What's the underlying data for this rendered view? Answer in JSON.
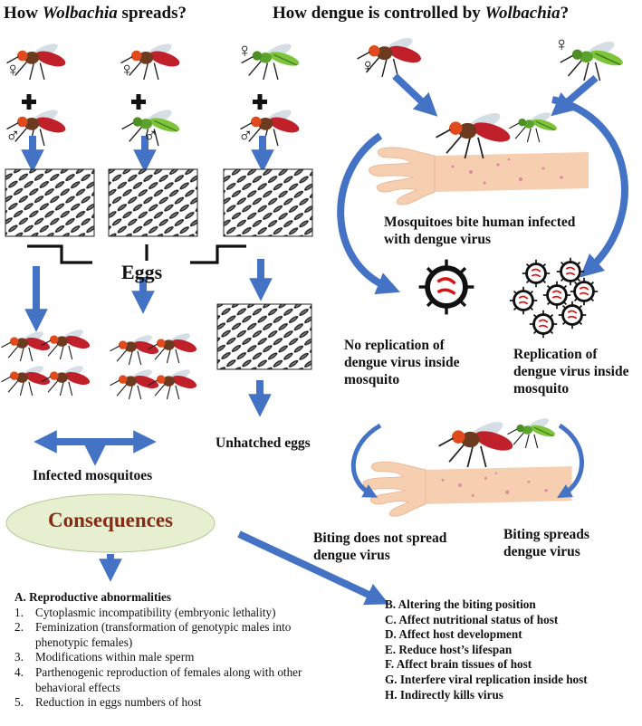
{
  "titles": {
    "left_prefix": "How ",
    "left_italic": "Wolbachia",
    "left_suffix": " spreads?",
    "right_prefix": "How dengue is controlled by ",
    "right_italic": "Wolbachia",
    "right_suffix": "?"
  },
  "symbols": {
    "female": "♀",
    "male": "♂"
  },
  "labels": {
    "eggs": "Eggs",
    "unhatched": "Unhatched eggs",
    "infected": "Infected mosquitoes",
    "consequences": "Consequences",
    "bite_human": "Mosquitoes bite human infected with dengue virus",
    "no_replication": "No replication of dengue virus inside mosquito",
    "replication": "Replication of dengue virus inside mosquito",
    "biting_not": "Biting does not spread dengue virus",
    "biting_spreads": "Biting spreads dengue virus"
  },
  "reproductive": {
    "heading": "A. Reproductive abnormalities",
    "items": [
      {
        "num": "1.",
        "text": "Cytoplasmic incompatibility (embryonic lethality)"
      },
      {
        "num": "2.",
        "text": "Feminization (transformation of genotypic males into phenotypic females)"
      },
      {
        "num": "3.",
        "text": "Modifications within male sperm"
      },
      {
        "num": "4.",
        "text": "Parthenogenic reproduction of females along with other behavioral effects"
      },
      {
        "num": "5.",
        "text": "Reduction in eggs numbers of host"
      }
    ]
  },
  "other_effects": [
    "B. Altering the biting position",
    "C. Affect nutritional status of host",
    "D. Affect host development",
    "E. Reduce host’s lifespan",
    "F. Affect brain tissues of host",
    "G. Interfere viral replication inside host",
    "H. Indirectly kills virus"
  ],
  "colors": {
    "arrow": "#4472c4",
    "infected_mosquito": "#c0202a",
    "uninfected_mosquito": "#7cc43a",
    "consequences_fill": "#e6efcf",
    "consequences_text": "#8a2a12",
    "skin": "#f6ceb0"
  }
}
